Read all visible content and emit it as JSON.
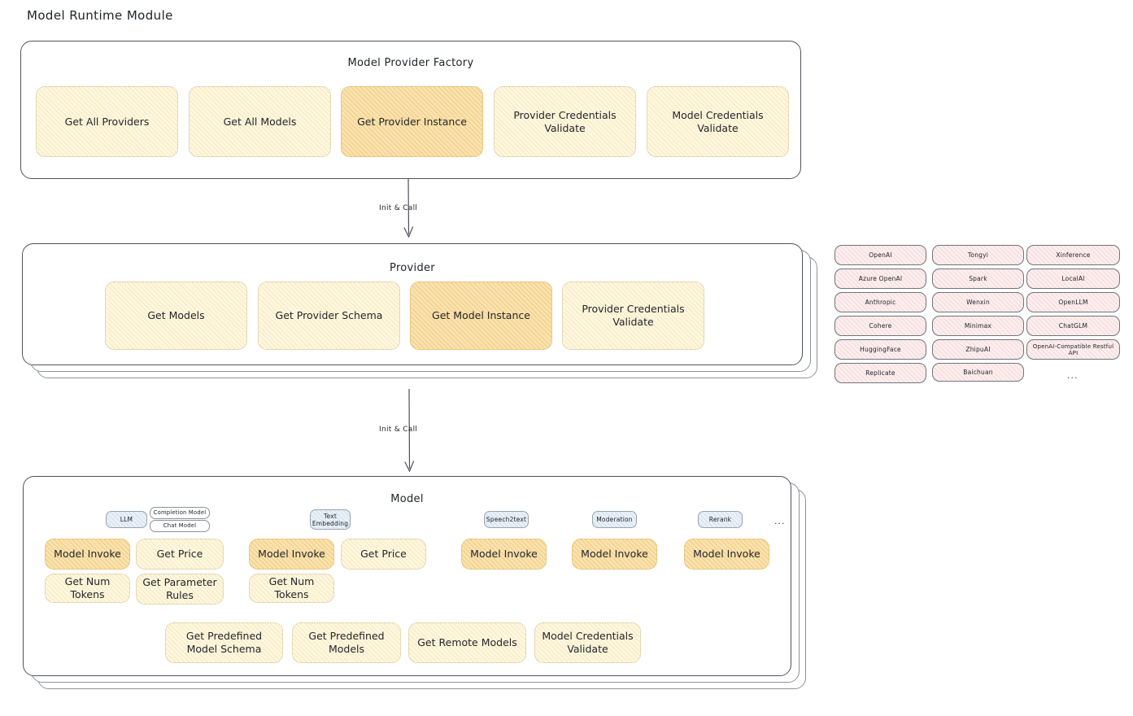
{
  "title": "Model Runtime Module",
  "factory": {
    "title": "Model Provider Factory",
    "methods": [
      {
        "label": "Get All Providers",
        "highlight": false
      },
      {
        "label": "Get All Models",
        "highlight": false
      },
      {
        "label": "Get Provider Instance",
        "highlight": true
      },
      {
        "label": "Provider Credentials Validate",
        "highlight": false
      },
      {
        "label": "Model Credentials Validate",
        "highlight": false
      }
    ]
  },
  "connector1": {
    "label": "Init & Call"
  },
  "provider": {
    "title": "Provider",
    "methods": [
      {
        "label": "Get Models",
        "highlight": false
      },
      {
        "label": "Get Provider Schema",
        "highlight": false
      },
      {
        "label": "Get Model Instance",
        "highlight": true
      },
      {
        "label": "Provider Credentials Validate",
        "highlight": false
      }
    ]
  },
  "connector2": {
    "label": "Init & Call"
  },
  "provider_list": {
    "columns": [
      [
        "OpenAI",
        "Azure OpenAI",
        "Anthropic",
        "Cohere",
        "HuggingFace",
        "Replicate"
      ],
      [
        "Tongyi",
        "Spark",
        "Wenxin",
        "Minimax",
        "ZhipuAI",
        "Baichuan"
      ],
      [
        "Xinference",
        "LocalAI",
        "OpenLLM",
        "ChatGLM",
        "OpenAI-Compatible Restful API"
      ]
    ],
    "more": "..."
  },
  "model": {
    "title": "Model",
    "more": "...",
    "types": [
      {
        "badge": "LLM",
        "sub_badges": [
          "Completion Model",
          "Chat Model"
        ],
        "methods": [
          {
            "label": "Model Invoke",
            "highlight": true
          },
          {
            "label": "Get Price",
            "highlight": false
          },
          {
            "label": "Get Num Tokens",
            "highlight": false
          },
          {
            "label": "Get Parameter Rules",
            "highlight": false
          }
        ]
      },
      {
        "badge": "Text Embedding",
        "sub_badges": [],
        "methods": [
          {
            "label": "Model Invoke",
            "highlight": true
          },
          {
            "label": "Get Price",
            "highlight": false
          },
          {
            "label": "Get Num Tokens",
            "highlight": false
          }
        ]
      },
      {
        "badge": "Speech2text",
        "sub_badges": [],
        "methods": [
          {
            "label": "Model Invoke",
            "highlight": true
          }
        ]
      },
      {
        "badge": "Moderation",
        "sub_badges": [],
        "methods": [
          {
            "label": "Model Invoke",
            "highlight": true
          }
        ]
      },
      {
        "badge": "Rerank",
        "sub_badges": [],
        "methods": [
          {
            "label": "Model Invoke",
            "highlight": true
          }
        ]
      }
    ],
    "common_methods": [
      {
        "label": "Get Predefined Model Schema",
        "highlight": false
      },
      {
        "label": "Get Predefined Models",
        "highlight": false
      },
      {
        "label": "Get Remote Models",
        "highlight": false
      },
      {
        "label": "Model Credentials Validate",
        "highlight": false
      }
    ]
  },
  "colors": {
    "box_fill": "#fdf7e1",
    "box_fill_highlight": "#fae2b0",
    "badge_fill": "#e9f1f8",
    "chip_fill": "#fdeeee",
    "outline": "#50555c"
  }
}
